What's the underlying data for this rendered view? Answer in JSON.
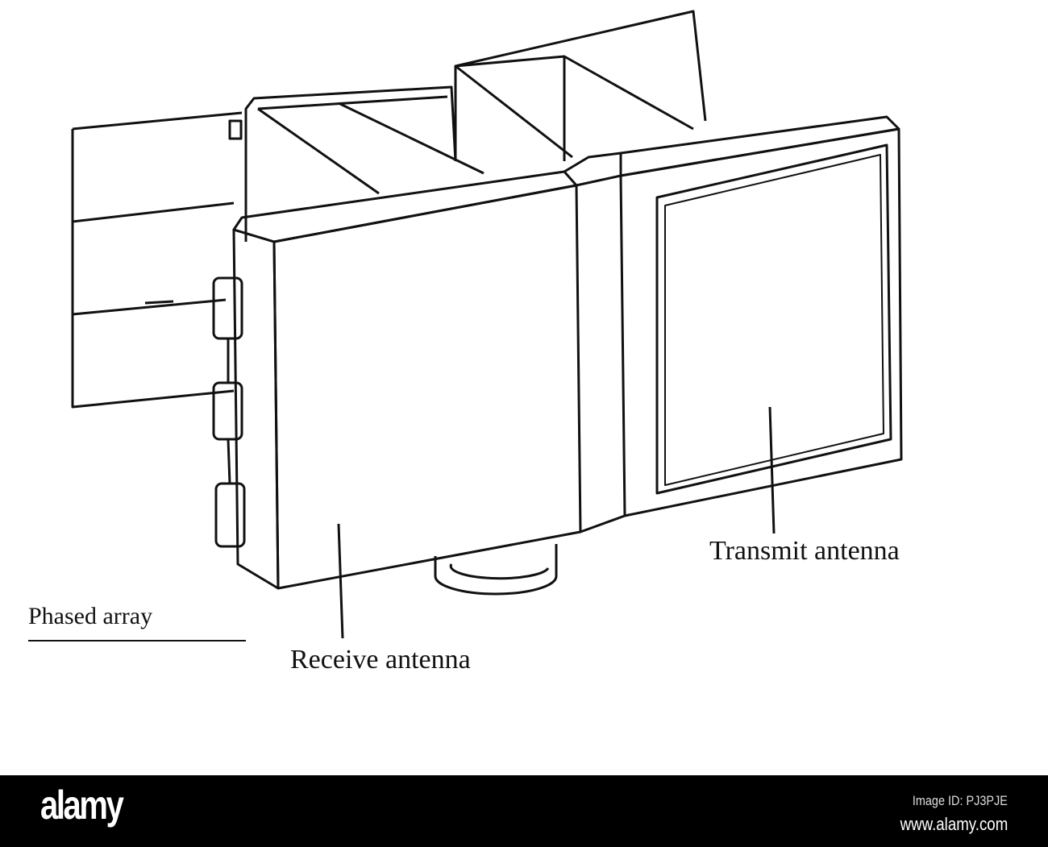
{
  "diagram": {
    "labels": {
      "transmit": "Transmit antenna",
      "phased": "Phased array",
      "receive": "Receive antenna"
    },
    "stroke_color": "#111111"
  },
  "watermark": {
    "logo": "alamy",
    "image_id": "Image ID: PJ3PJE",
    "site": "www.alamy.com"
  }
}
